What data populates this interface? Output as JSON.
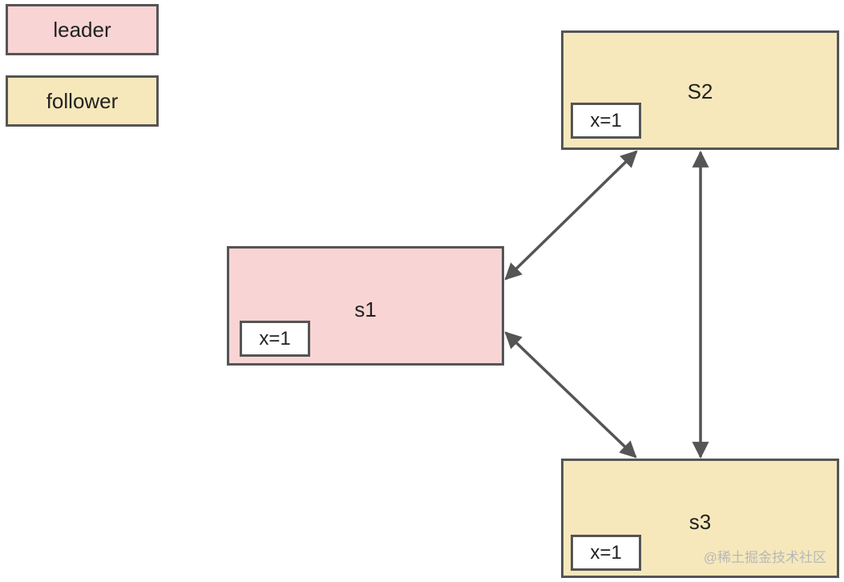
{
  "colors": {
    "leader_fill": "#f9d4d4",
    "follower_fill": "#f6e8bb",
    "border": "#555555",
    "arrow": "#555555"
  },
  "legend": {
    "leader": "leader",
    "follower": "follower"
  },
  "nodes": {
    "s1": {
      "name": "s1",
      "role": "leader",
      "value": "x=1"
    },
    "s2": {
      "name": "S2",
      "role": "follower",
      "value": "x=1"
    },
    "s3": {
      "name": "s3",
      "role": "follower",
      "value": "x=1"
    }
  },
  "edges": [
    {
      "from": "s1",
      "to": "s2",
      "bidirectional": true
    },
    {
      "from": "s1",
      "to": "s3",
      "bidirectional": true
    },
    {
      "from": "s2",
      "to": "s3",
      "bidirectional": true
    }
  ],
  "watermark": "@稀土掘金技术社区"
}
